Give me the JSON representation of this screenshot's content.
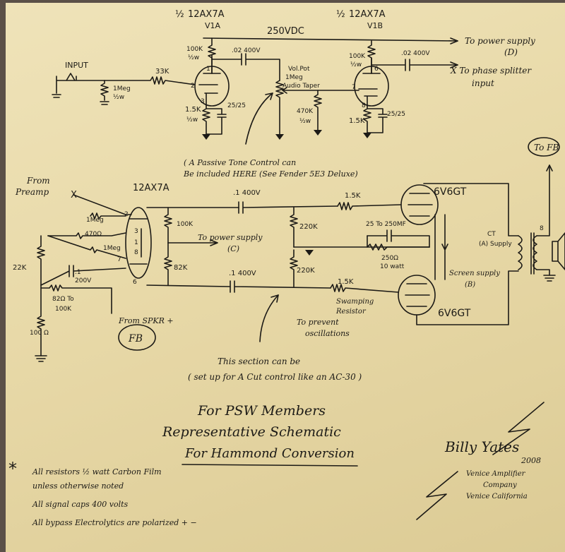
{
  "tubes": {
    "v1a_half": "½",
    "v1a_type": "12AX7A",
    "v1a_label": "V1A",
    "v1b_half": "½",
    "v1b_type": "12AX7A",
    "v1b_label": "V1B",
    "pi_type": "12AX7A",
    "power1": "6V6GT",
    "power2": "6V6GT"
  },
  "preamp": {
    "supply": "250VDC",
    "to_power_supply": "To power supply",
    "supply_d": "(D)",
    "input": "INPUT",
    "r_grid": "1Meg",
    "r_grid_w": "½w",
    "r_stop": "33K",
    "r_plate1": "100K",
    "r_plate1_w": "½w",
    "cap1": ".02  400V",
    "volpot1": "Vol.Pot",
    "volpot2": "1Meg",
    "volpot3": "Audio Taper",
    "r_cath1": "1.5K",
    "r_cath1_w": "½w",
    "bypass1": "25/25",
    "r_470": "470K",
    "r_470_w": "½w",
    "r_plate2": "100K",
    "r_plate2_w": "½w",
    "cap2": ".02  400V",
    "to_splitter1": "X To phase splitter",
    "to_splitter2": "input",
    "r_cath2": "1.5K",
    "bypass2": "25/25",
    "pin1": "1",
    "pin2": "2",
    "pin3": "3",
    "pin6": "6",
    "pin7": "7",
    "pin8": "8"
  },
  "tone_note": {
    "line1": "( A Passive Tone Control can",
    "line2": "Be included HERE (See Fender 5E3 Deluxe)"
  },
  "pi": {
    "from1": "From",
    "from2": "Preamp",
    "x_mark": "X",
    "r_1meg_a": "1Meg",
    "r_470": "470Ω",
    "r_1meg_b": "1Meg",
    "r_22k": "22K",
    "cap": ".1",
    "cap_v": "200V",
    "r_fb1": "82Ω To",
    "r_fb2": "100K",
    "from_spkr": "From SPKR +",
    "fb_circle": "FB",
    "r_100": "100 Ω",
    "r_100k": "100K",
    "to_ps": "To power supply",
    "to_ps_c": "(C)",
    "r_82k": "82K",
    "pin2": "2",
    "pin3": "3",
    "pin1": "1",
    "pin8": "8",
    "pin7": "7",
    "pin6": "6"
  },
  "power": {
    "cap_top": ".1  400V",
    "cap_bot": ".1  400V",
    "r_stop_top": "1.5K",
    "r_stop_bot": "1.5K",
    "r_220k_a": "220K",
    "r_220k_b": "220K",
    "bypass": "25 To 250MF",
    "r_250": "250Ω",
    "r_250_w": "10 watt",
    "swamp1": "Swamping",
    "swamp2": "Resistor",
    "prevent1": "To prevent",
    "prevent2": "oscillations",
    "ct1": "CT",
    "ct2": "(A) Supply",
    "screen1": "Screen supply",
    "screen2": "(B)",
    "to_fb": "To FB",
    "tap8": "8"
  },
  "cut_note": {
    "line1": "This section can be",
    "line2": "( set up for A Cut control like an AC-30 )"
  },
  "title": {
    "line1": "For PSW Members",
    "line2": "Representative Schematic",
    "line3": "For Hammond Conversion"
  },
  "signature": {
    "name": "Billy Yates",
    "year": "2008",
    "company1": "Venice Amplifier",
    "company2": "Company",
    "company3": "Venice California"
  },
  "notes": {
    "asterisk": "*",
    "n1a": "All resistors ½ watt Carbon Film",
    "n1b": "unless otherwise noted",
    "n2": "All signal caps  400 volts",
    "n3": "All bypass Electrolytics are polarized  + −"
  }
}
